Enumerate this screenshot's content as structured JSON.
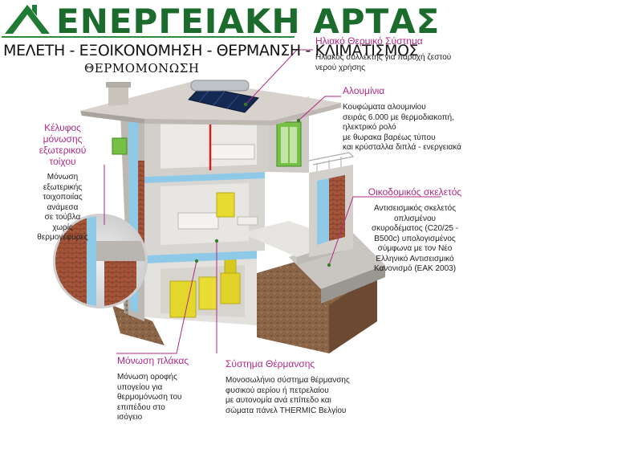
{
  "brand": {
    "name": "ΕΝΕΡΓΕΙΑΚΗ ΑΡΤΑΣ",
    "tagline": "ΜΕΛΕΤΗ - ΕΞΟΙΚΟΝΟΜΗΣΗ - ΘΕΡΜΑΝΣΗ - ΚΛΙΜΑΤΙΣΜΟΣ",
    "subline": "ΘΕΡΜΟΜΟΝΩΣΗ",
    "logo": "house-roof-logo",
    "accent_color": "#b02a86"
  },
  "callouts": {
    "solar": {
      "title": "Ηλιακό Θερμικό Σύστημα",
      "lines": [
        "Ηλιακός συλλέκτης για παροχή ζεστού",
        "νερού χρήσης"
      ]
    },
    "aluminium": {
      "title": "Αλουμίνια",
      "lines": [
        "Κουφώματα αλουμινίου",
        "σειράς 6.000 με θερμοδιακοπή,",
        "ηλεκτρικό ρολό",
        "με θωρακα βαρέως τύπου",
        "και κρύσταλλα διπλά - ενεργειακά"
      ]
    },
    "shell": {
      "title_lines": [
        "Κέλυφος",
        "μόνωσης",
        "εξωτερικού",
        "τοίχου"
      ],
      "lines": [
        "Μόνωση",
        "εξωτερικής",
        "τοιχοποιίας",
        "ανάμεσα",
        "σε τούβλα",
        "χωρίς",
        "θερμογέφυρες"
      ]
    },
    "frame": {
      "title": "Οικοδομικός σκελετός",
      "lines": [
        "Αντισεισμικός σκελετός",
        "οπλισμένου",
        "σκυροδέματος (C20/25 -",
        "B500c) υπολογισμένος",
        "σύμφωνα με  τον Νέο",
        "Ελληνικό Αντισεισμικό",
        "Κανονισμό (ΕΑΚ 2003)"
      ]
    },
    "slab": {
      "title": "Μόνωση πλάκας",
      "lines": [
        "Μόνωση οροφής",
        "υπογείου για",
        "θερμομόνωση του",
        "επιπέδου στο",
        "ισόγειο"
      ]
    },
    "heating": {
      "title": "Σύστημα Θέρμανσης",
      "lines": [
        "Μονοσωλήνιο σύστημα θέρμανσης",
        "φυσικού αερίου ή πετρελαίου",
        "με αυτονομία ανά επίπεδο και",
        "σώματα πάνελ THERMIC Βελγίου"
      ]
    }
  }
}
